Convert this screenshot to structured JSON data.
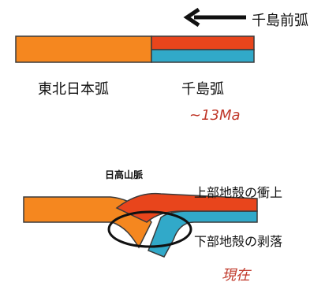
{
  "top_panel": {
    "arrow_label": "千島前弧",
    "arc_left_label": "東北日本弧",
    "arc_right_label": "千島弧",
    "age_label": "~13Ma"
  },
  "bottom_panel": {
    "range_label": "日高山脈",
    "upper_crust_label": "上部地殻の衝上",
    "lower_crust_label": "下部地殻の剥落",
    "age_label": "現在"
  },
  "colors": {
    "northeast_japan_arc": "#f5871f",
    "kuril_upper_crust": "#e8451c",
    "kuril_lower_crust": "#31a9c9",
    "outline": "#3a3a3a",
    "annotation": "#c0392b"
  }
}
